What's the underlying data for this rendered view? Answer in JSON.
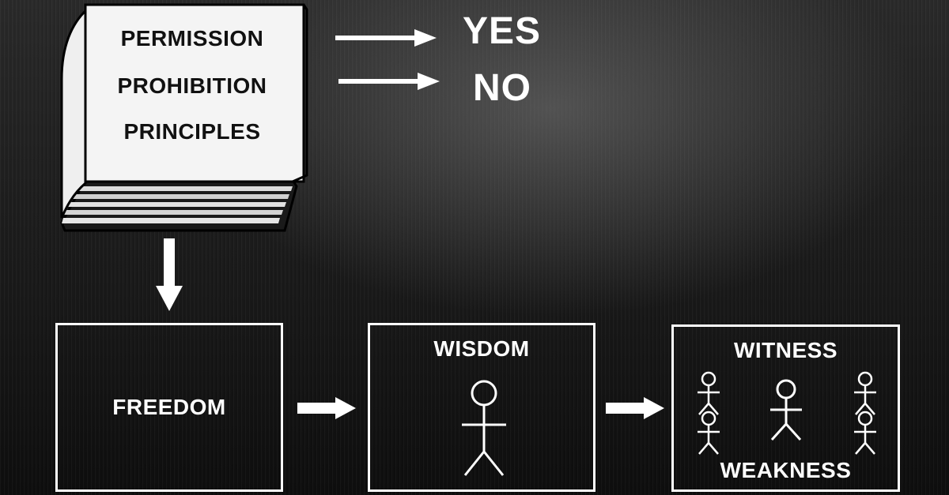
{
  "book": {
    "lines": [
      "PERMISSION",
      "PROHIBITION",
      "PRINCIPLES"
    ]
  },
  "answers": {
    "yes": "YES",
    "no": "NO"
  },
  "boxes": {
    "freedom": {
      "label": "FREEDOM"
    },
    "wisdom": {
      "label": "WISDOM"
    },
    "witness": {
      "label_top": "WITNESS",
      "label_bottom": "WEAKNESS"
    }
  },
  "colors": {
    "foreground": "#ffffff",
    "book_ink": "#111111",
    "background": "#1a1a1a"
  }
}
